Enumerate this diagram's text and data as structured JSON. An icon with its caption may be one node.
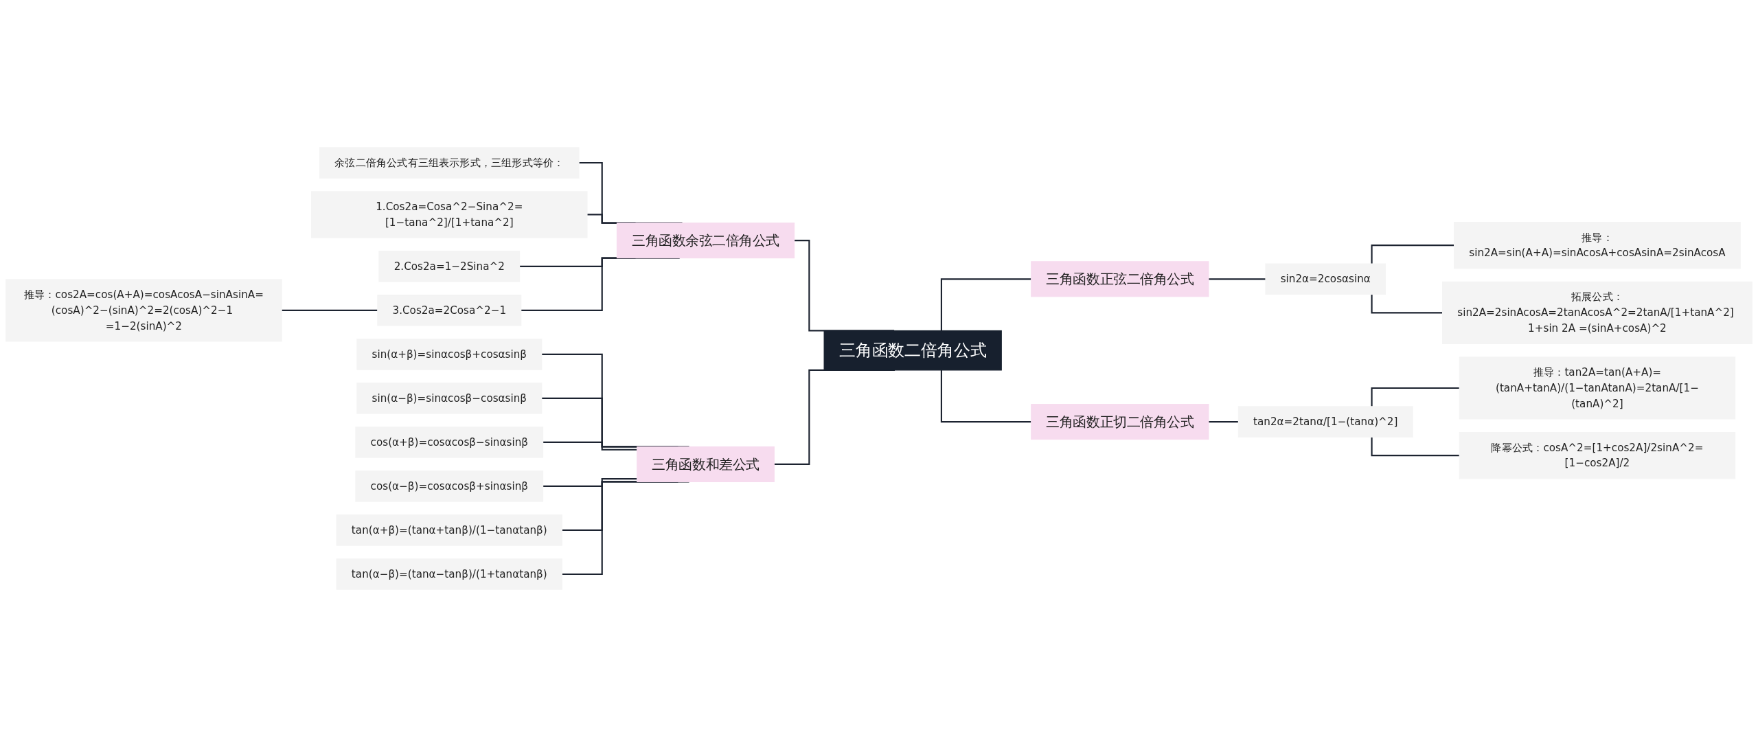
{
  "diagram": {
    "nodes": [
      {
        "text": [
          "三角函数二倍角公式"
        ]
      },
      {
        "text": [
          "三角函数余弦二倍角公式"
        ]
      },
      {
        "text": [
          "余弦二倍角公式有三组表示形式，三组形式等价："
        ]
      },
      {
        "text": [
          "1.Cos2a=Cosa^2−Sina^2=[1−tana^2]/[1+tana^2]"
        ]
      },
      {
        "text": [
          "2.Cos2a=1−2Sina^2"
        ]
      },
      {
        "text": [
          "3.Cos2a=2Cosa^2−1"
        ]
      },
      {
        "text": [
          "推导：cos2A=cos(A+A)=cosAcosA−sinAsinA=(cosA)^2−(sinA)^2=2(cosA)^2−1 =1−2(sinA)^2"
        ]
      },
      {
        "text": [
          "三角函数和差公式"
        ]
      },
      {
        "text": [
          "sin(α+β)=sinαcosβ+cosαsinβ"
        ]
      },
      {
        "text": [
          "sin(α−β)=sinαcosβ−cosαsinβ"
        ]
      },
      {
        "text": [
          "cos(α+β)=cosαcosβ−sinαsinβ"
        ]
      },
      {
        "text": [
          "cos(α−β)=cosαcosβ+sinαsinβ"
        ]
      },
      {
        "text": [
          "tan(α+β)=(tanα+tanβ)/(1−tanαtanβ)"
        ]
      },
      {
        "text": [
          "tan(α−β)=(tanα−tanβ)/(1+tanαtanβ)"
        ]
      },
      {
        "text": [
          "三角函数正弦二倍角公式"
        ]
      },
      {
        "text": [
          "sin2α=2cosαsinα"
        ]
      },
      {
        "text": [
          "推导：sin2A=sin(A+A)=sinAcosA+cosAsinA=2sinAcosA"
        ]
      },
      {
        "text": [
          "拓展公式：sin2A=2sinAcosA=2tanAcosA^2=2tanA/[1+tanA^2] 1+sin 2A =(sinA+cosA)^2"
        ]
      },
      {
        "text": [
          "三角函数正切二倍角公式"
        ]
      },
      {
        "text": [
          "tan2α=2tanα/[1−(tanα)^2]"
        ]
      },
      {
        "text": [
          "推导：tan2A=tan(A+A)=(tanA+tanA)/(1−tanAtanA)=2tanA/[1−(tanA)^2]"
        ]
      },
      {
        "text": [
          "降幂公式：cosA^2=[1+cos2A]/2sinA^2=[1−cos2A]/2"
        ]
      }
    ],
    "edges": [
      {
        "from": 2,
        "to": 1,
        "arrow": "none"
      },
      {
        "from": 3,
        "to": 1,
        "arrow": "none"
      },
      {
        "from": 4,
        "to": 1,
        "arrow": "none"
      },
      {
        "from": 6,
        "to": 5,
        "arrow": "none"
      },
      {
        "from": 5,
        "to": 1,
        "arrow": "none"
      },
      {
        "from": 1,
        "to": 0,
        "arrow": "none"
      },
      {
        "from": 8,
        "to": 7,
        "arrow": "none"
      },
      {
        "from": 9,
        "to": 7,
        "arrow": "none"
      },
      {
        "from": 10,
        "to": 7,
        "arrow": "none"
      },
      {
        "from": 11,
        "to": 7,
        "arrow": "none"
      },
      {
        "from": 12,
        "to": 7,
        "arrow": "none"
      },
      {
        "from": 13,
        "to": 7,
        "arrow": "none"
      },
      {
        "from": 7,
        "to": 0,
        "arrow": "none"
      },
      {
        "from": 0,
        "to": 14,
        "arrow": "none"
      },
      {
        "from": 14,
        "to": 15,
        "arrow": "none"
      },
      {
        "from": 15,
        "to": 16,
        "arrow": "none"
      },
      {
        "from": 15,
        "to": 17,
        "arrow": "none"
      },
      {
        "from": 0,
        "to": 18,
        "arrow": "none"
      },
      {
        "from": 18,
        "to": 19,
        "arrow": "none"
      },
      {
        "from": 19,
        "to": 20,
        "arrow": "none"
      },
      {
        "from": 19,
        "to": 21,
        "arrow": "none"
      }
    ]
  }
}
